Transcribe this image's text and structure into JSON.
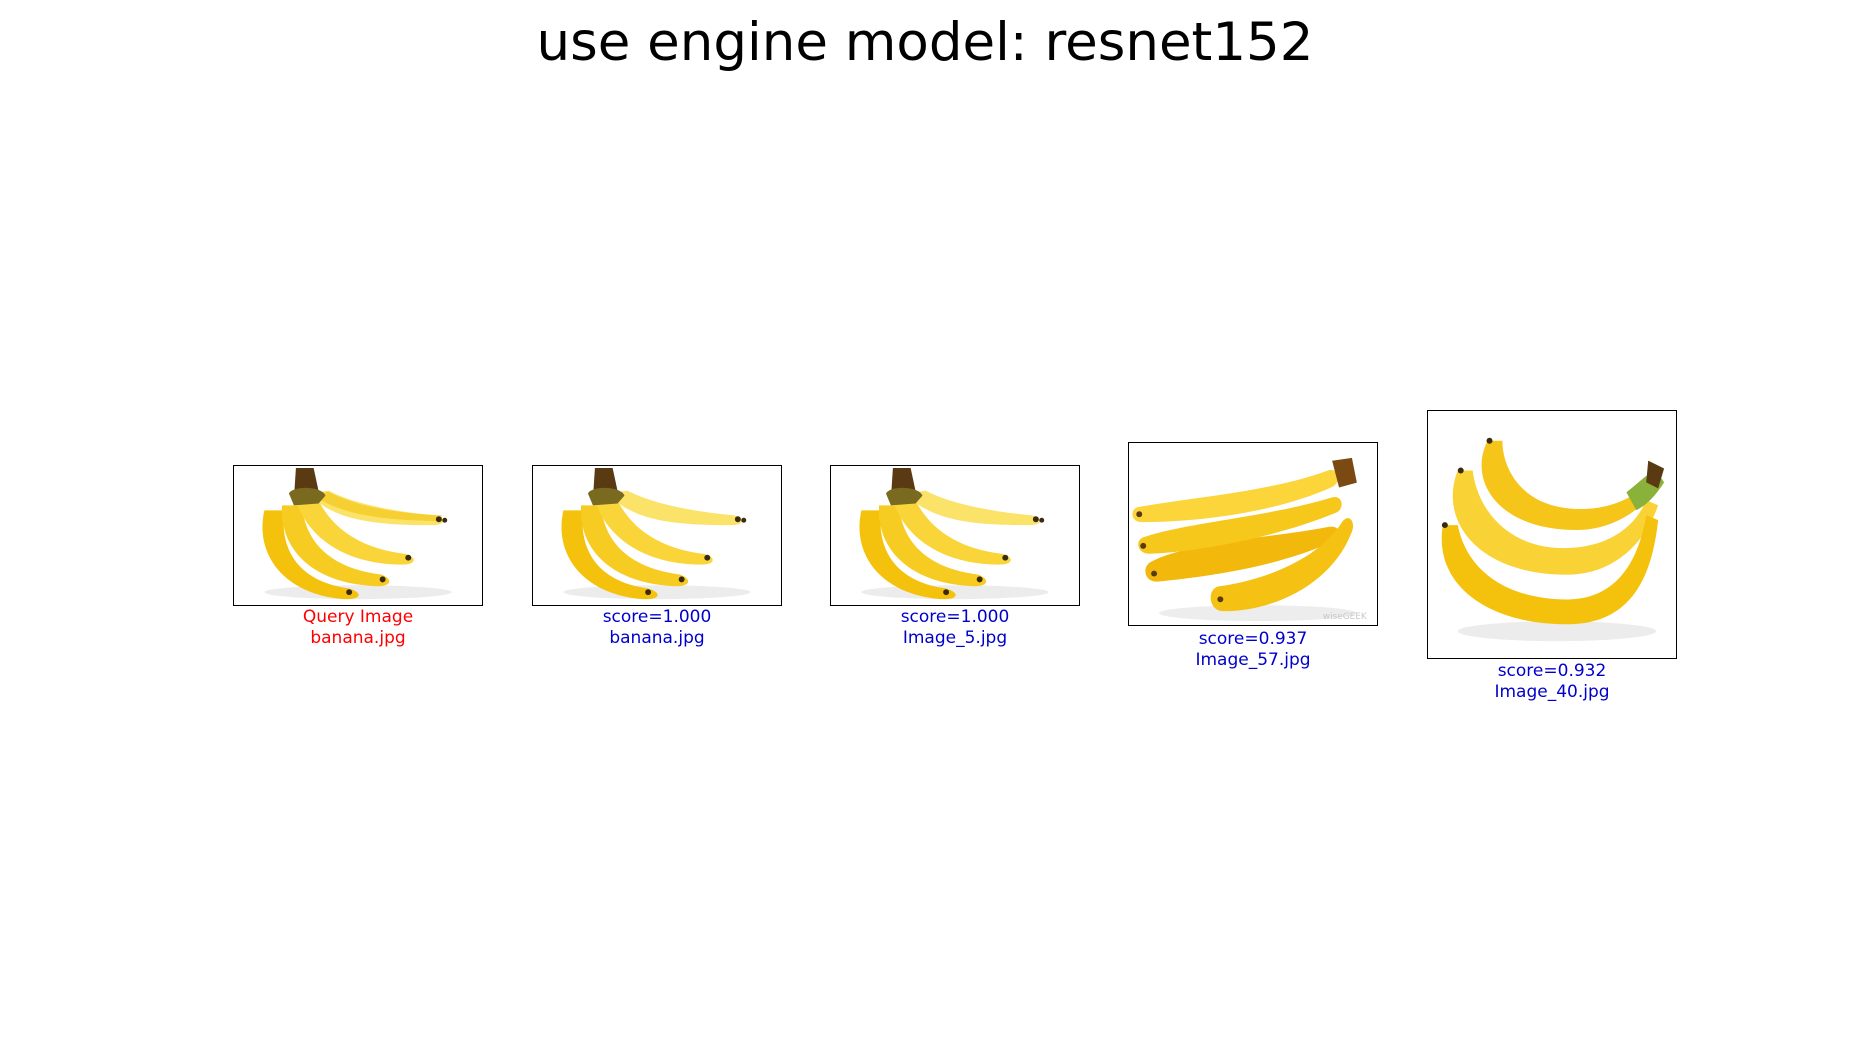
{
  "figure": {
    "title": "use engine model: resnet152"
  },
  "colors": {
    "query_caption": "#ff0000",
    "result_caption": "#0000cd",
    "frame": "#000000",
    "banana_main": "#f4c20d",
    "banana_light": "#fbe36a",
    "banana_shadow": "#d9a106",
    "stem": "#5a3a12",
    "tip": "#3a2a10"
  },
  "panels": [
    {
      "line1": "Query Image",
      "line2": "banana.jpg",
      "kind": "query",
      "icon": "banana-bunch-a"
    },
    {
      "line1": "score=1.000",
      "line2": "banana.jpg",
      "kind": "result",
      "icon": "banana-bunch-a"
    },
    {
      "line1": "score=1.000",
      "line2": "Image_5.jpg",
      "kind": "result",
      "icon": "banana-bunch-a"
    },
    {
      "line1": "score=0.937",
      "line2": "Image_57.jpg",
      "kind": "result",
      "icon": "banana-bunch-b",
      "watermark": "wiseGEEK"
    },
    {
      "line1": "score=0.932",
      "line2": "Image_40.jpg",
      "kind": "result",
      "icon": "banana-bunch-c"
    }
  ]
}
